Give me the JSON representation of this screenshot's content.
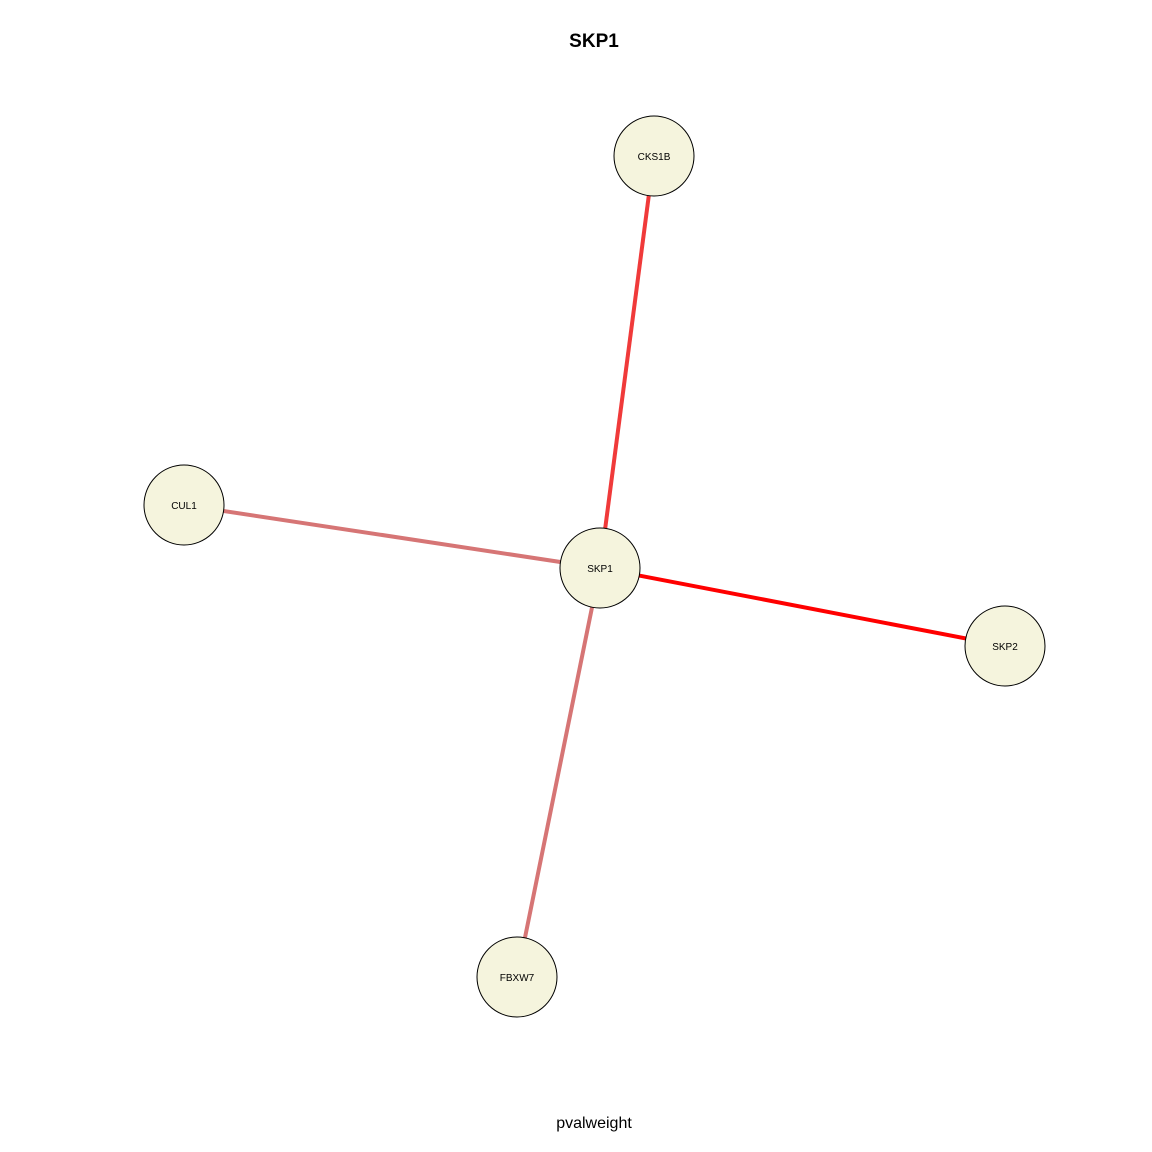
{
  "title": "SKP1",
  "caption": "pvalweight",
  "colors": {
    "node_fill": "#f5f4dd",
    "node_stroke": "#000000",
    "edge_strong": "#ff0000",
    "edge_medium": "#f03a3a",
    "edge_weak": "#d67575"
  },
  "nodes": [
    {
      "id": "SKP1",
      "label": "SKP1"
    },
    {
      "id": "CKS1B",
      "label": "CKS1B"
    },
    {
      "id": "CUL1",
      "label": "CUL1"
    },
    {
      "id": "SKP2",
      "label": "SKP2"
    },
    {
      "id": "FBXW7",
      "label": "FBXW7"
    }
  ],
  "edges": [
    {
      "source": "SKP1",
      "target": "CKS1B",
      "color": "#f03a3a"
    },
    {
      "source": "SKP1",
      "target": "CUL1",
      "color": "#d67575"
    },
    {
      "source": "SKP1",
      "target": "SKP2",
      "color": "#ff0000"
    },
    {
      "source": "SKP1",
      "target": "FBXW7",
      "color": "#d67575"
    }
  ]
}
